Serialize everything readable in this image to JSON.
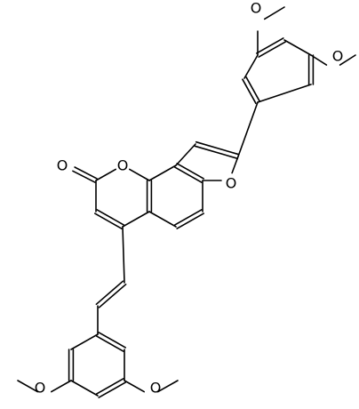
{
  "molecule": {
    "atoms": {
      "o_ring_pyranone": "O",
      "o_carbonyl": "O",
      "o_furan": "O",
      "o_methoxy_top": "O",
      "o_methoxy_right": "O",
      "o_methoxy_bottom_left": "O",
      "o_methoxy_bottom_right": "O"
    },
    "colors": {
      "bond": "#000000",
      "label": "#000000",
      "background": "#ffffff"
    }
  }
}
